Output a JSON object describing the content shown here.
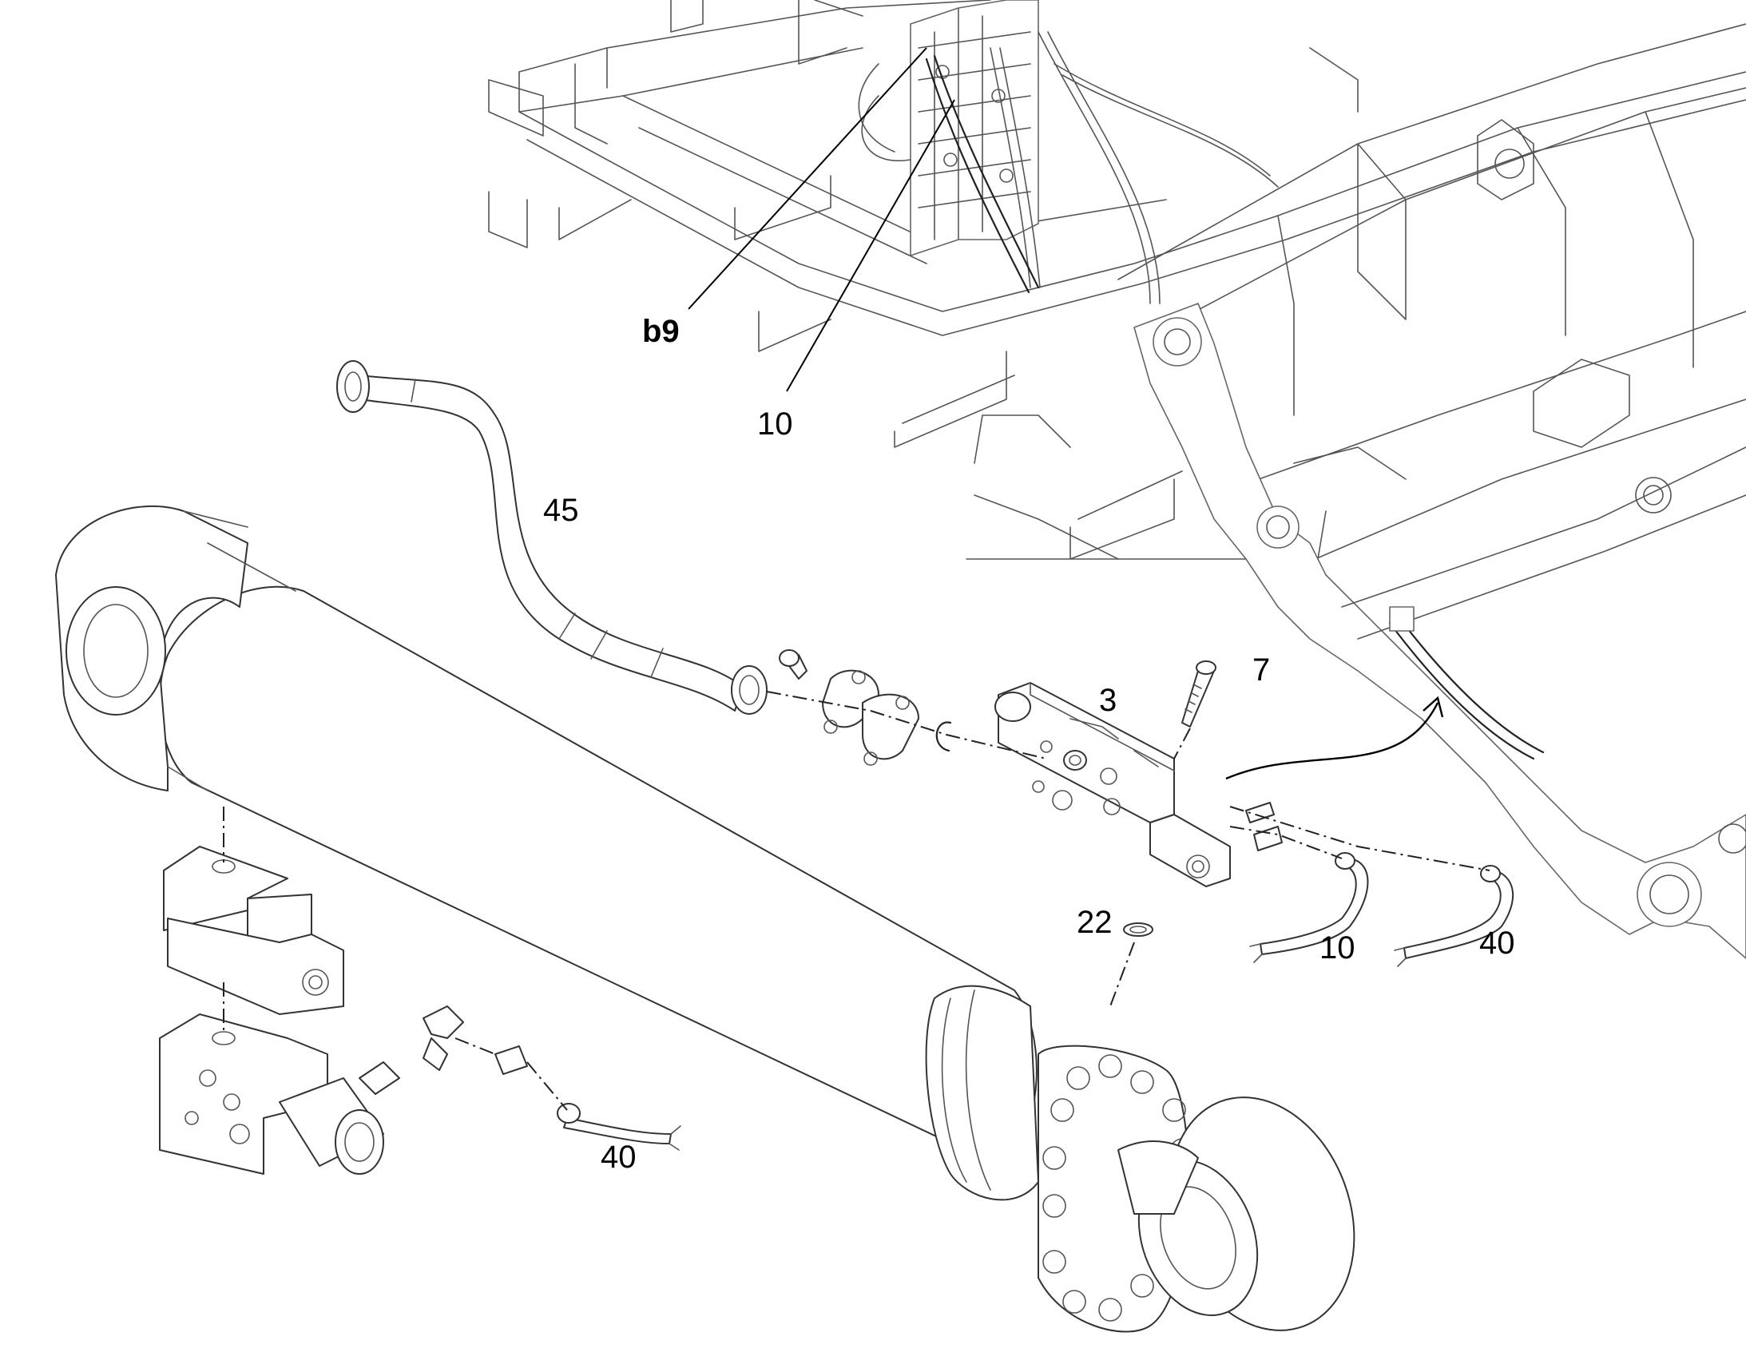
{
  "callouts": {
    "b9": "b9",
    "c10_top": "10",
    "c45": "45",
    "c7": "7",
    "c3": "3",
    "c22": "22",
    "c10_right": "10",
    "c40_right": "40",
    "c40_bottom": "40"
  }
}
